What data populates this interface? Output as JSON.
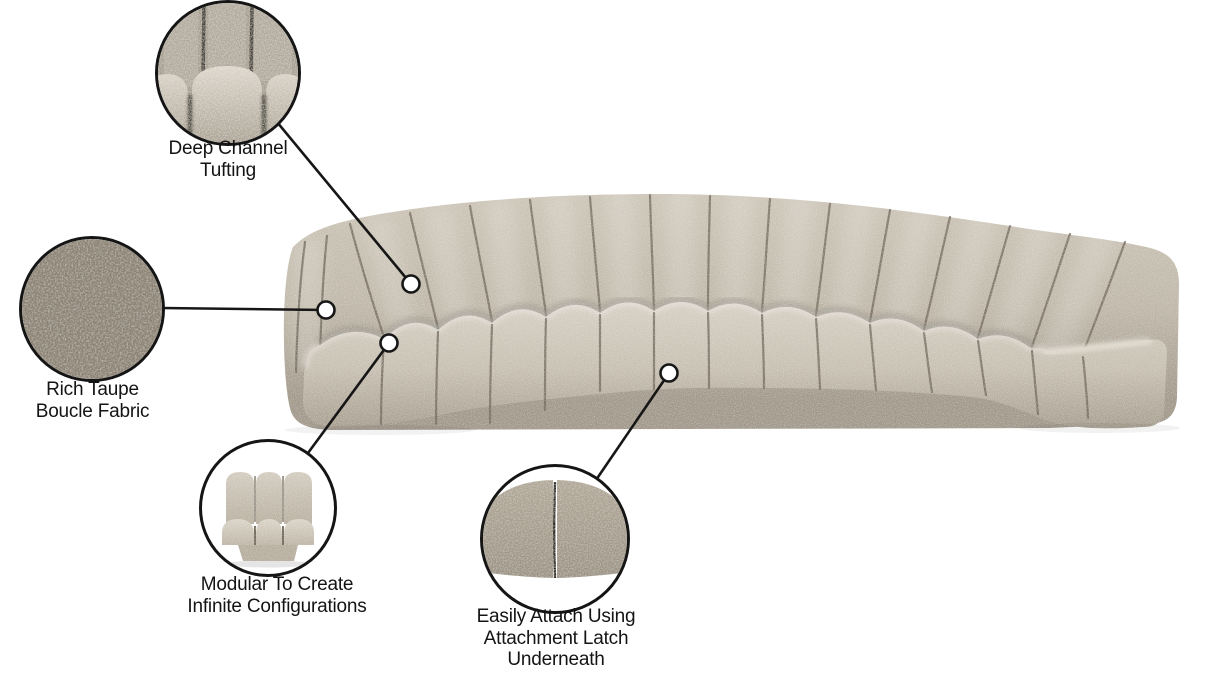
{
  "colors": {
    "background": "#ffffff",
    "ink": "#161616",
    "fabric_highlight": "#d8d2c6",
    "fabric_mid": "#c0b8a9",
    "fabric_shadow": "#a1988a",
    "seam": "#6f6557",
    "swatch": "#8e8577"
  },
  "callouts": {
    "tufting": {
      "lines": [
        "Deep Channel",
        "Tufting"
      ]
    },
    "fabric": {
      "lines": [
        "Rich Taupe",
        "Boucle Fabric"
      ]
    },
    "modular": {
      "lines": [
        "Modular To Create",
        "Infinite Configurations"
      ]
    },
    "attach": {
      "lines": [
        "Easily Attach Using",
        "Attachment Latch",
        "Underneath"
      ]
    }
  }
}
